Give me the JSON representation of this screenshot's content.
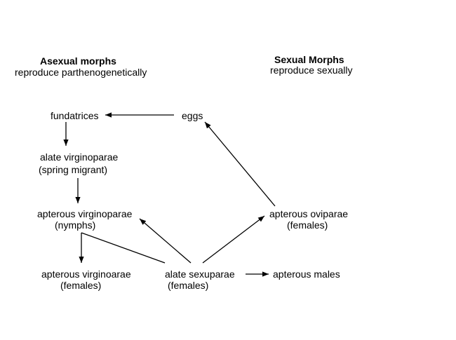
{
  "headers": {
    "asexual_title": "Asexual morphs",
    "asexual_subtitle": "reproduce parthenogenetically",
    "sexual_title": "Sexual Morphs",
    "sexual_subtitle": "reproduce sexually"
  },
  "nodes": {
    "fundatrices": "fundatrices",
    "eggs": "eggs",
    "alate_virginoparae": "alate virginoparae",
    "spring_migrant": "(spring migrant)",
    "apterous_virginoparae": "apterous virginoparae",
    "nymphs": "(nymphs)",
    "apterous_oviparae": "apterous oviparae",
    "oviparae_females": "(females)",
    "apterous_virginoarae": "apterous virginoarae",
    "virginoarae_females": "(females)",
    "alate_sexuparae": "alate sexuparae",
    "sexuparae_females": "(females)",
    "apterous_males": "apterous males"
  }
}
